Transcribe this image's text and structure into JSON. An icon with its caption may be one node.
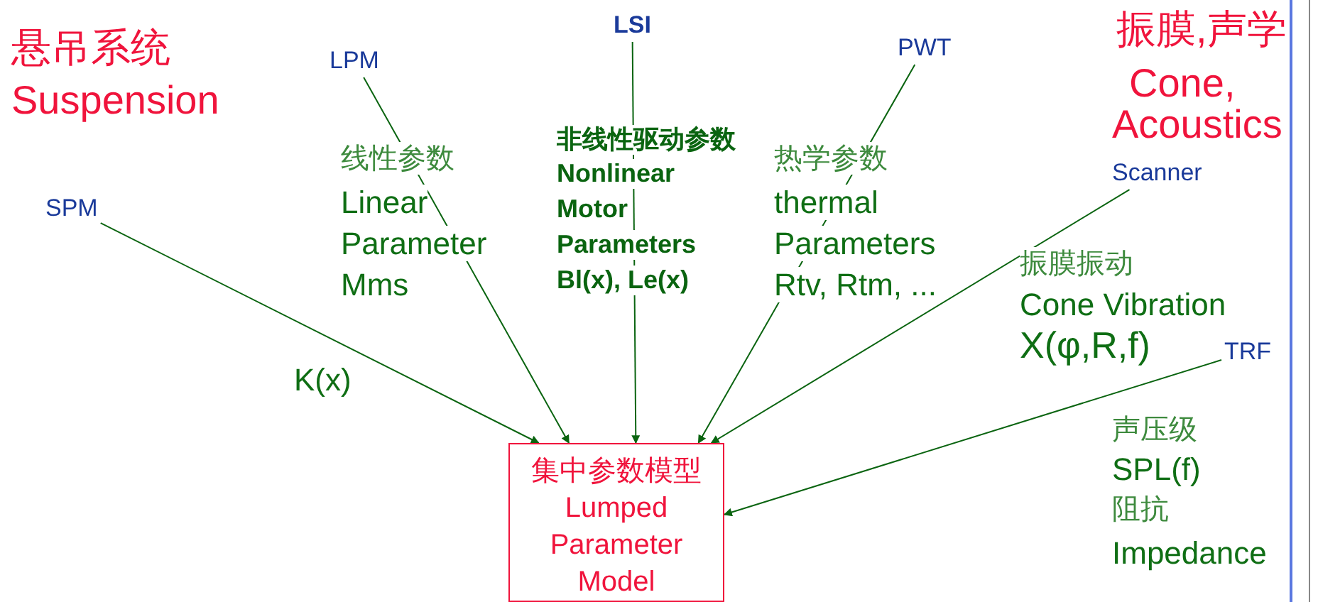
{
  "diagram": {
    "nodes": [
      {
        "text": [
          "SPM"
        ]
      },
      {
        "text": [
          "LPM"
        ]
      },
      {
        "text": [
          "LSI"
        ]
      },
      {
        "text": [
          "PWT"
        ]
      },
      {
        "text": [
          "Scanner"
        ]
      },
      {
        "text": [
          "TRF"
        ]
      },
      {
        "text": [
          "集中参数模型 Lumped Parameter Model"
        ]
      }
    ],
    "edges": [
      {
        "from": 0,
        "to": 6,
        "arrow": "to"
      },
      {
        "from": 1,
        "to": 6,
        "arrow": "to"
      },
      {
        "from": 2,
        "to": 6,
        "arrow": "to"
      },
      {
        "from": 3,
        "to": 6,
        "arrow": "to"
      },
      {
        "from": 4,
        "to": 6,
        "arrow": "to"
      },
      {
        "from": 5,
        "to": 6,
        "arrow": "to"
      }
    ],
    "labels": [
      "悬吊系统",
      "Suspension",
      "振膜,声学",
      "Cone,",
      "Acoustics",
      "非线性驱动参数",
      "Nonlinear",
      "Motor",
      "Parameters",
      "Bl(x), Le(x)",
      "线性参数",
      "Linear",
      "Parameter",
      "Mms",
      "热学参数",
      "thermal",
      "Parameters",
      "Rtv, Rtm, ...",
      "振膜振动",
      "Cone Vibration",
      "X(φ,R,f)",
      "K(x)",
      "声压级",
      "SPL(f)",
      "阻抗",
      "Impedance"
    ]
  }
}
